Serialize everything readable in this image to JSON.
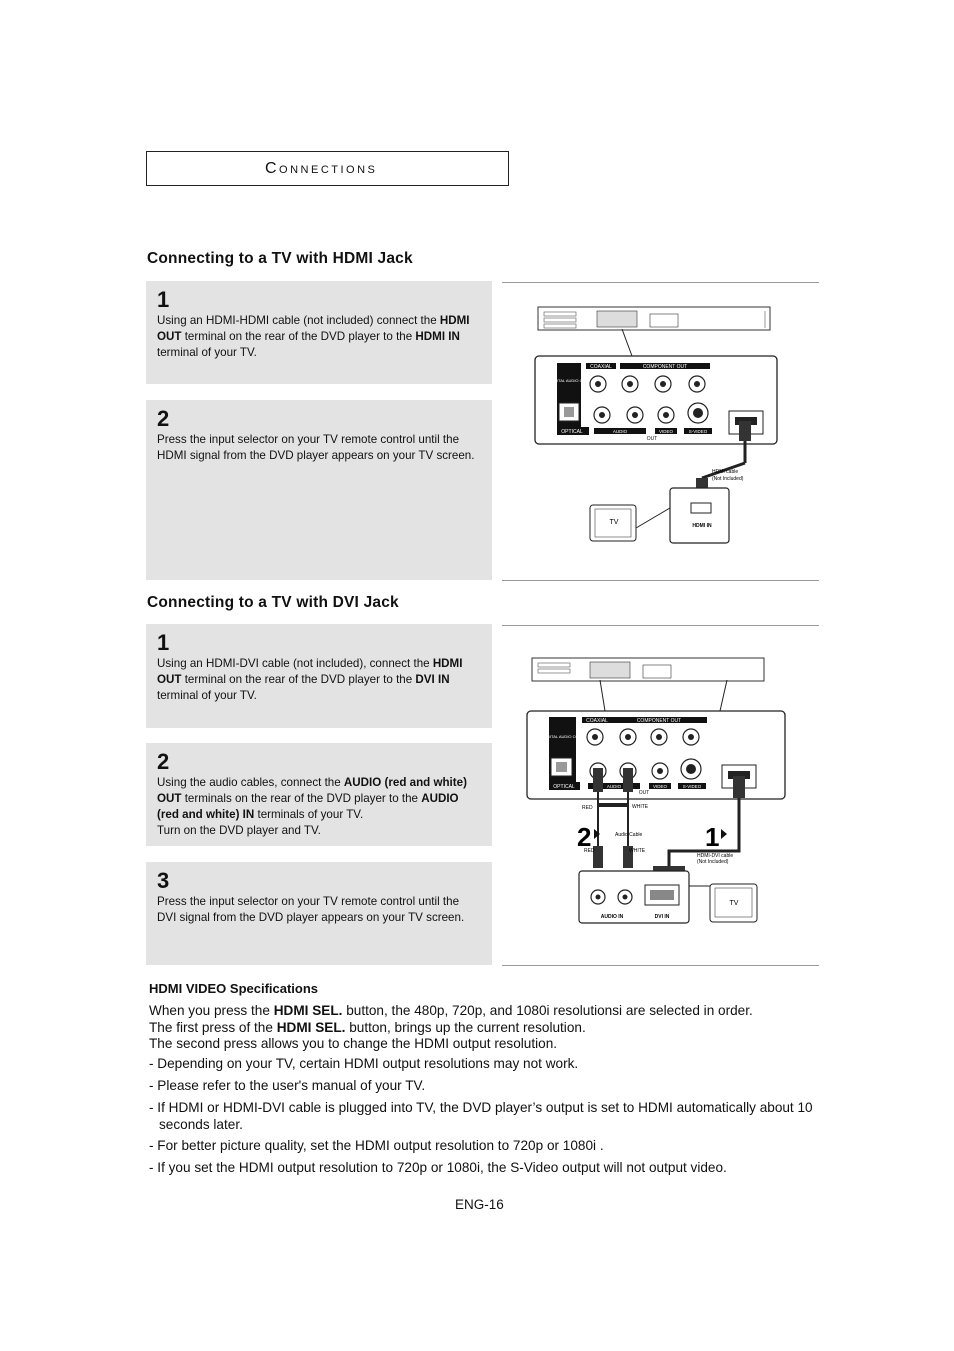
{
  "header": {
    "title": "Connections"
  },
  "hdmi_section": {
    "title": "Connecting to a TV with HDMI Jack",
    "step1": {
      "num": "1",
      "t1": "Using an HDMI-HDMI cable (not included) connect the ",
      "b1": "HDMI OUT",
      "t2": " terminal on the rear of the DVD player to the ",
      "b2": "HDMI IN",
      "t3": " terminal of your TV."
    },
    "step2": {
      "num": "2",
      "text": "Press the input selector on your TV remote control until the HDMI signal from the DVD player appears on your TV screen."
    },
    "diagram": {
      "coaxial": "COAXIAL",
      "component_out": "COMPONENT OUT",
      "digital_audio_out": "DIGITAL AUDIO OUT",
      "optical": "OPTICAL",
      "audio": "AUDIO",
      "video": "VIDEO",
      "svideo": "S-VIDEO",
      "out": "OUT",
      "hdmi_cable": "HDMI cable",
      "not_included": "(Not Included)",
      "tv": "TV",
      "hdmi_in": "HDMI IN"
    }
  },
  "dvi_section": {
    "title": "Connecting to a TV with DVI Jack",
    "step1": {
      "num": "1",
      "t1": "Using an HDMI-DVI cable (not included), connect the ",
      "b1": "HDMI OUT",
      "t2": " terminal on the rear of the DVD player to the ",
      "b2": "DVI IN",
      "t3": " terminal of your TV."
    },
    "step2": {
      "num": "2",
      "t1": "Using the audio cables, connect the ",
      "b1": "AUDIO (red and white) OUT",
      "t2": " terminals on the rear of the DVD player to the ",
      "b2": "AUDIO (red and white) IN",
      "t3": " terminals of your TV.",
      "t4": "Turn on the DVD player and TV."
    },
    "step3": {
      "num": "3",
      "text": "Press the input selector on your TV remote control until the DVI signal from the DVD player appears on your TV screen."
    },
    "diagram": {
      "red": "RED",
      "white": "WHITE",
      "audio_cable": "Audio Cable",
      "hdmi_dvi_cable": "HDMI-DVI cable",
      "not_included": "(Not Included)",
      "audio_in": "AUDIO IN",
      "dvi_in": "DVI IN",
      "tv": "TV",
      "n1": "1",
      "n2": "2"
    }
  },
  "specs": {
    "title": "HDMI VIDEO Specifications",
    "p1a": "When you press the ",
    "p1b": "HDMI SEL.",
    "p1c": " button, the 480p, 720p, and 1080i resolutionsi are selected in order.",
    "p2a": "The first press of the ",
    "p2b": "HDMI SEL.",
    "p2c": " button, brings up the current resolution.",
    "p3": "The second press allows you to change the HDMI output resolution.",
    "bullets": [
      "- Depending on your TV, certain HDMI output resolutions may not work.",
      "- Please refer to the user's manual of your TV.",
      "- If HDMI or HDMI-DVI cable is plugged into TV, the DVD player’s output is set to HDMI automatically about 10 seconds later.",
      "- For better picture quality, set the HDMI output resolution to 720p or 1080i .",
      "- If you set the HDMI output resolution to 720p or 1080i, the S-Video output will not output video."
    ]
  },
  "footer": {
    "page": "ENG-16"
  }
}
